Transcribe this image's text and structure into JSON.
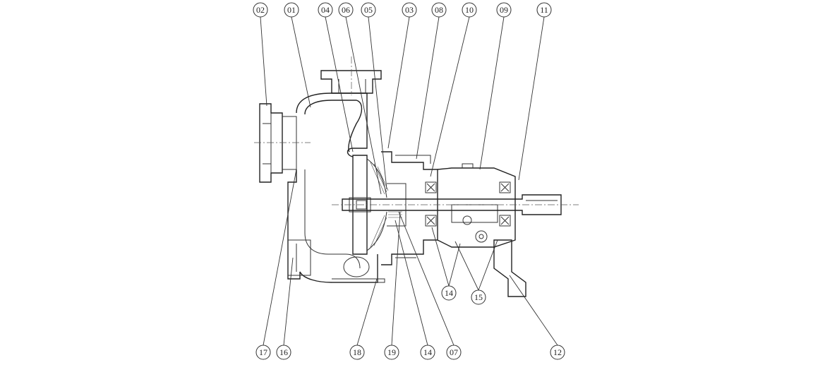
{
  "diagram": {
    "type": "pump cross-section with part callouts",
    "callouts_top": [
      "02",
      "01",
      "04",
      "06",
      "05",
      "03",
      "08",
      "10",
      "09",
      "11"
    ],
    "callouts_bottom": [
      "17",
      "16",
      "18",
      "19",
      "14",
      "07",
      "12"
    ],
    "callouts_middle": [
      "14",
      "15"
    ]
  }
}
